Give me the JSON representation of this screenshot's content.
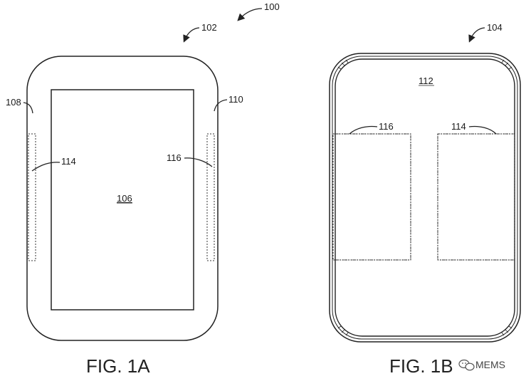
{
  "fig_1a": {
    "caption": "FIG. 1A",
    "ref_device": "102",
    "ref_display": "106",
    "ref_left_edge": "108",
    "ref_right_edge": "110",
    "ref_left_sensor": "114",
    "ref_right_sensor": "116"
  },
  "fig_1b": {
    "caption": "FIG. 1B",
    "ref_device": "104",
    "ref_back": "112",
    "ref_left_sensor": "116",
    "ref_right_sensor": "114"
  },
  "overall_ref": "100",
  "watermark": {
    "text": "MEMS",
    "icon": "wechat-icon"
  }
}
